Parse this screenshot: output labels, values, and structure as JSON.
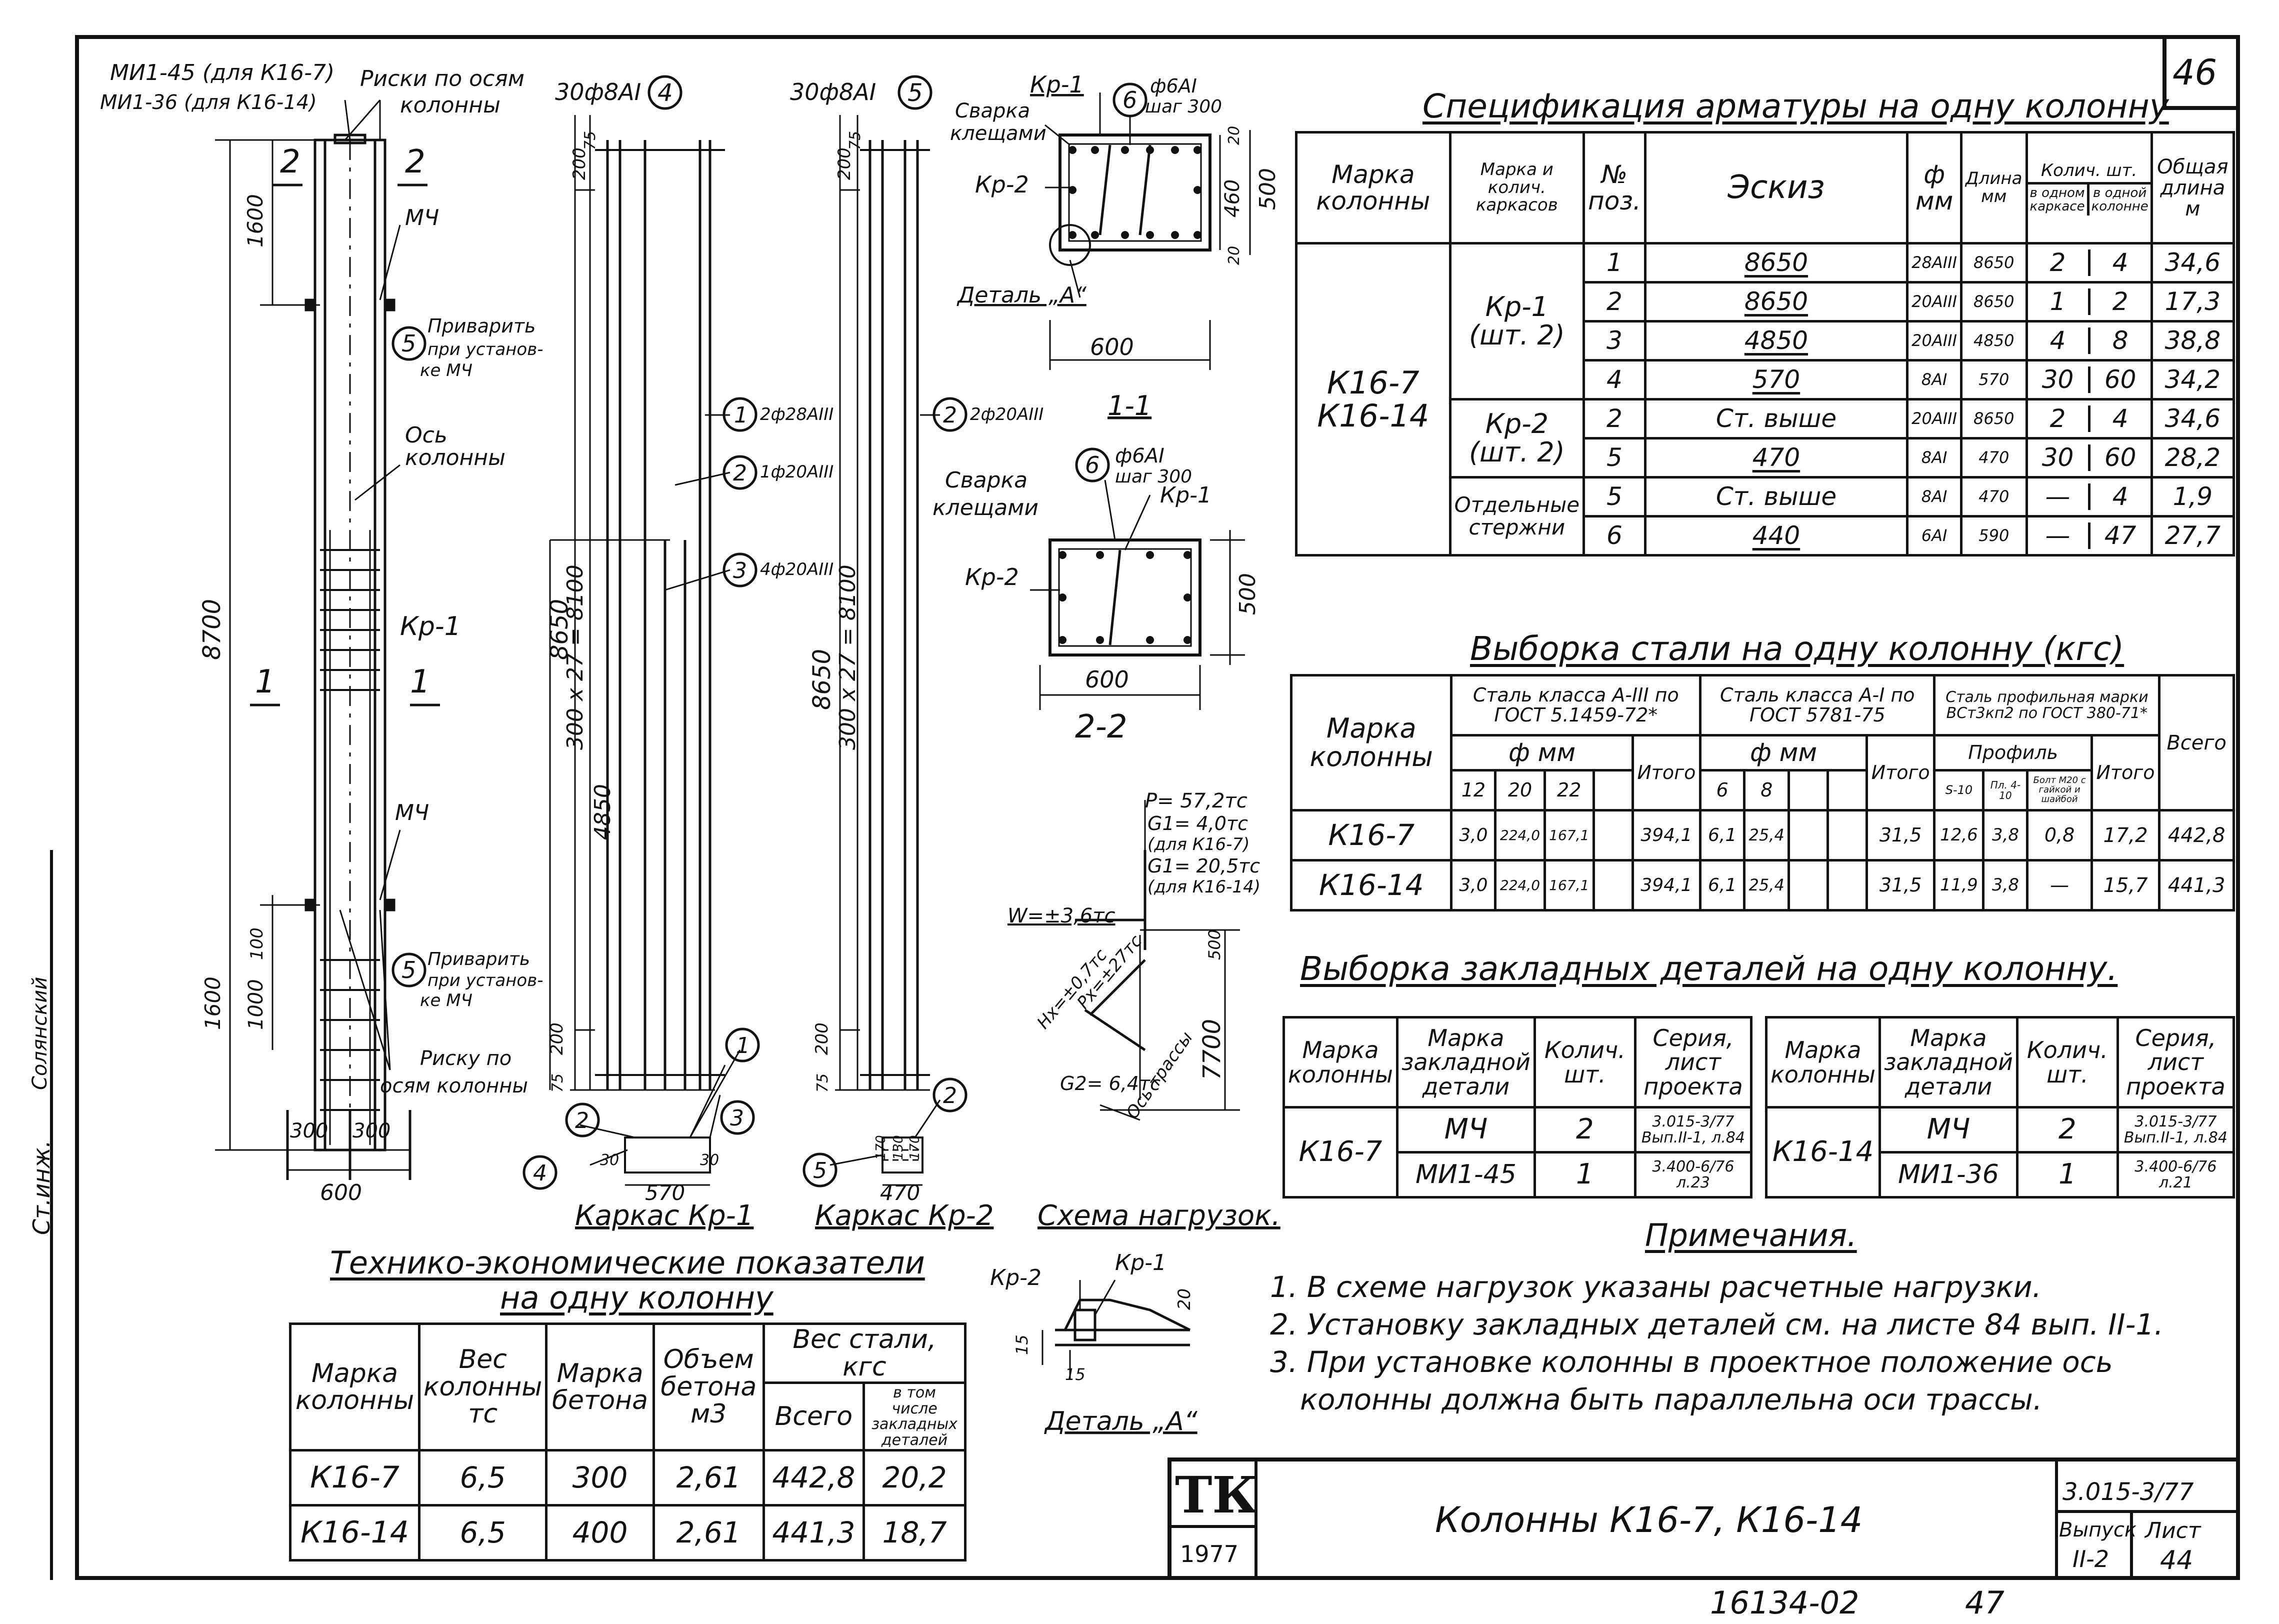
{
  "sheet": {
    "page_number": "46",
    "bottom_note": "16134-02",
    "bottom_page": "47"
  },
  "side_strip": {
    "labels": [
      "Ст.инж.",
      "Солянский",
      ""
    ]
  },
  "elevation": {
    "mark_top_1": "МИ1-45 (для К16-7)",
    "mark_top_2": "МИ1-36 (для К16-14)",
    "axes_label_1": "Риски по осям",
    "axes_label_2": "колонны",
    "sec2_left": "2",
    "sec2_right": "2",
    "sec1_left": "1",
    "sec1_right": "1",
    "dim_1600_top": "1600",
    "dim_8700": "8700",
    "dim_1600_bot": "1600",
    "dim_1000": "1000",
    "dim_100": "100",
    "mch_top": "МЧ",
    "mch_bot": "МЧ",
    "weld_num": "5",
    "weld_top_1": "Приварить",
    "weld_top_2": "при установ-",
    "weld_top_3": "ке МЧ",
    "weld_bot_1": "Приварить",
    "weld_bot_2": "при установ-",
    "weld_bot_3": "ке МЧ",
    "axis_1": "Ось",
    "axis_2": "колонны",
    "kr1": "Кр-1",
    "risk_1": "Риску по",
    "risk_2": "осям колонны",
    "dim_300a": "300",
    "dim_300b": "300",
    "dim_600": "600"
  },
  "cage1": {
    "top": "30ф8АI",
    "circle": "4",
    "d75": "75",
    "d200": "200",
    "d8650": "8650",
    "d_step": "300 х 27 = 8100",
    "d4850": "4850",
    "d75b": "75",
    "d200b": "200",
    "c1": "1",
    "l1": "2ф28АIII",
    "c2": "2",
    "l2": "1ф20АIII",
    "c3": "3",
    "l3": "4ф20АIII",
    "b1": "1",
    "b2": "2",
    "b3": "3",
    "b4": "4",
    "d30a": "30",
    "d30b": "30",
    "d570": "570",
    "caption": "Каркас Кр-1"
  },
  "cage2": {
    "top": "30ф8АI",
    "circle": "5",
    "d75": "75",
    "d200": "200",
    "d8650": "8650",
    "d_step": "300 х 27 = 8100",
    "d75b": "75",
    "d200b": "200",
    "c2": "2",
    "l2": "2ф20АIII",
    "b2": "2",
    "b5": "5",
    "d170a": "170",
    "d130": "130",
    "d170b": "170",
    "d470": "470",
    "caption": "Каркас Кр-2"
  },
  "sec11": {
    "kr1": "Кр-1",
    "circle": "6",
    "bar_1": "ф6АI",
    "bar_2": "шаг 300",
    "weld_1": "Сварка",
    "weld_2": "клещами",
    "kr2": "Кр-2",
    "detail": "Деталь „А“",
    "d20a": "20",
    "d460": "460",
    "d20b": "20",
    "d500": "500",
    "d600": "600",
    "caption": "1-1"
  },
  "sec22": {
    "weld_1": "Сварка",
    "weld_2": "клещами",
    "circle": "6",
    "bar_1": "ф6АI",
    "bar_2": "шаг 300",
    "kr1": "Кр-1",
    "kr2": "Кр-2",
    "d500": "500",
    "d600": "600",
    "caption": "2-2"
  },
  "loads": {
    "p": "Р= 57,2тс",
    "g1a": "G1= 4,0тс",
    "g1a_note": "(для К16-7)",
    "g1b": "G1= 20,5тс",
    "g1b_note": "(для К16-14)",
    "w": "W=±3,6тс",
    "h": "Hх=±0,7тс",
    "px": "Рх=±27тс",
    "g2": "G2= 6,4тс",
    "axis": "Ось трассы",
    "d500": "500",
    "d7700": "7700",
    "caption": "Схема нагрузок."
  },
  "detail_a": {
    "kr2": "Кр-2",
    "kr1": "Кр-1",
    "d20": "20",
    "d15a": "15",
    "d15b": "15",
    "caption": "Деталь „А“"
  },
  "spec": {
    "title": "Спецификация арматуры на одну колонну",
    "h_mark": "Марка колонны",
    "h_frame": "Марка и колич. каркасов",
    "h_pos": "№ поз.",
    "h_sketch": "Эскиз",
    "h_dia": "ф мм",
    "h_len": "Длина мм",
    "h_qty": "Колич. шт.",
    "h_q1": "в одном каркасе",
    "h_q2": "в одной колонне",
    "h_total": "Общая длина м",
    "col_mark": "К16-7 К16-14",
    "groups": [
      "Кр-1 (шт. 2)",
      "Кр-2 (шт. 2)",
      "Отдельные стержни"
    ],
    "rows": [
      {
        "pos": "1",
        "sketch": "8650",
        "dia": "28АIII",
        "len": "8650",
        "q1": "2",
        "q2": "4",
        "total": "34,6"
      },
      {
        "pos": "2",
        "sketch": "8650",
        "dia": "20АIII",
        "len": "8650",
        "q1": "1",
        "q2": "2",
        "total": "17,3"
      },
      {
        "pos": "3",
        "sketch": "4850",
        "dia": "20АIII",
        "len": "4850",
        "q1": "4",
        "q2": "8",
        "total": "38,8"
      },
      {
        "pos": "4",
        "sketch": "570",
        "dia": "8АI",
        "len": "570",
        "q1": "30",
        "q2": "60",
        "total": "34,2"
      },
      {
        "pos": "2",
        "sketch": "Ст. выше",
        "dia": "20АIII",
        "len": "8650",
        "q1": "2",
        "q2": "4",
        "total": "34,6"
      },
      {
        "pos": "5",
        "sketch": "470",
        "dia": "8АI",
        "len": "470",
        "q1": "30",
        "q2": "60",
        "total": "28,2"
      },
      {
        "pos": "5",
        "sketch": "Ст. выше",
        "dia": "8АI",
        "len": "470",
        "q1": "—",
        "q2": "4",
        "total": "1,9"
      },
      {
        "pos": "6",
        "sketch": "440",
        "dia": "6АI",
        "len": "590",
        "q1": "—",
        "q2": "47",
        "total": "27,7"
      }
    ]
  },
  "steel": {
    "title": "Выборка стали на одну колонну (кгс)",
    "h_mark": "Марка колонны",
    "h_a3": "Сталь класса А-III по ГОСТ 5.1459-72*",
    "h_a1": "Сталь класса А-I по ГОСТ 5781-75",
    "h_prof": "Сталь профильная марки ВСт3кп2 по ГОСТ 380-71*",
    "h_mm": "ф мм",
    "h_mm2": "ф мм",
    "h_profile": "Профиль",
    "h_itogo": "Итого",
    "h_itogo2": "Итого",
    "h_itogo3": "Итого",
    "h_all": "Всего",
    "d12": "12",
    "d20": "20",
    "d22": "22",
    "d6": "6",
    "d8": "8",
    "p1": "S-10",
    "p2": "Пл. 4-10",
    "p3": "Болт М20 с гайкой и шайбой",
    "rows": [
      {
        "mark": "К16-7",
        "c12": "3,0",
        "c20": "224,0",
        "c22": "167,1",
        "t1": "394,1",
        "c6": "6,1",
        "c8": "25,4",
        "t2": "31,5",
        "p1": "12,6",
        "p2": "3,8",
        "p3": "0,8",
        "t3": "17,2",
        "all": "442,8"
      },
      {
        "mark": "К16-14",
        "c12": "3,0",
        "c20": "224,0",
        "c22": "167,1",
        "t1": "394,1",
        "c6": "6,1",
        "c8": "25,4",
        "t2": "31,5",
        "p1": "11,9",
        "p2": "3,8",
        "p3": "—",
        "t3": "15,7",
        "all": "441,3"
      }
    ]
  },
  "embedded": {
    "title": "Выборка закладных деталей на одну колонну.",
    "h_mark": "Марка колонны",
    "h_part": "Марка закладной детали",
    "h_qty": "Колич. шт.",
    "h_series": "Серия, лист проекта",
    "left": {
      "mark": "К16-7",
      "rows": [
        {
          "part": "МЧ",
          "qty": "2",
          "series": "3.015-3/77 Вып.II-1, л.84"
        },
        {
          "part": "МИ1-45",
          "qty": "1",
          "series": "3.400-6/76 л.23"
        }
      ]
    },
    "right": {
      "mark": "К16-14",
      "rows": [
        {
          "part": "МЧ",
          "qty": "2",
          "series": "3.015-3/77 Вып.II-1, л.84"
        },
        {
          "part": "МИ1-36",
          "qty": "1",
          "series": "3.400-6/76 л.21"
        }
      ]
    }
  },
  "notes": {
    "title": "Примечания.",
    "items": [
      "1. В схеме нагрузок указаны расчетные нагрузки.",
      "2. Установку закладных деталей см. на листе 84 вып. II-1.",
      "3. При установке колонны в проектное положение ось",
      "колонны должна быть параллельна оси трассы."
    ]
  },
  "tech": {
    "title_1": "Технико-экономические показатели",
    "title_2": "на одну колонну",
    "h_mark": "Марка колонны",
    "h_weight": "Вес колонны тс",
    "h_concrete": "Марка бетона",
    "h_volume": "Объем бетона м3",
    "h_steel": "Вес стали, кгс",
    "h_all": "Всего",
    "h_incl": "в том числе закладных деталей",
    "rows": [
      {
        "mark": "К16-7",
        "weight": "6,5",
        "concrete": "300",
        "volume": "2,61",
        "all": "442,8",
        "incl": "20,2"
      },
      {
        "mark": "К16-14",
        "weight": "6,5",
        "concrete": "400",
        "volume": "2,61",
        "all": "441,3",
        "incl": "18,7"
      }
    ]
  },
  "titleblock": {
    "logo": "ТК",
    "year": "1977",
    "name": "Колонны К16-7, К16-14",
    "code": "3.015-3/77",
    "issue_label": "Выпуск",
    "issue": "II-2",
    "sheet_label": "Лист",
    "sheet": "44"
  }
}
